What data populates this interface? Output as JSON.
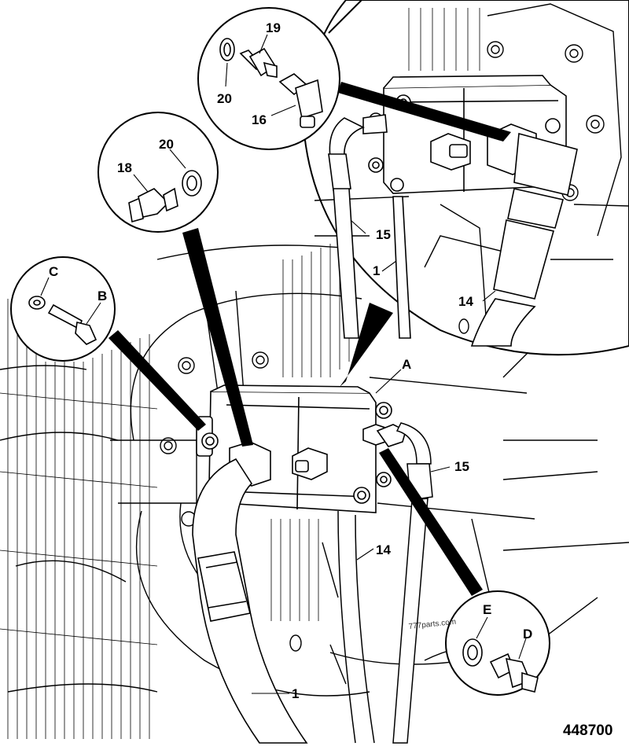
{
  "diagram": {
    "figure_number": "448700",
    "watermark": "777parts.com",
    "callouts": {
      "c19": "19",
      "c20a": "20",
      "c16": "16",
      "c18": "18",
      "c20b": "20",
      "c15a": "15",
      "c1a": "1",
      "c14a": "14",
      "cC": "C",
      "cB": "B",
      "cA": "A",
      "c15b": "15",
      "c14b": "14",
      "cE": "E",
      "cD": "D",
      "c1b": "1"
    }
  }
}
